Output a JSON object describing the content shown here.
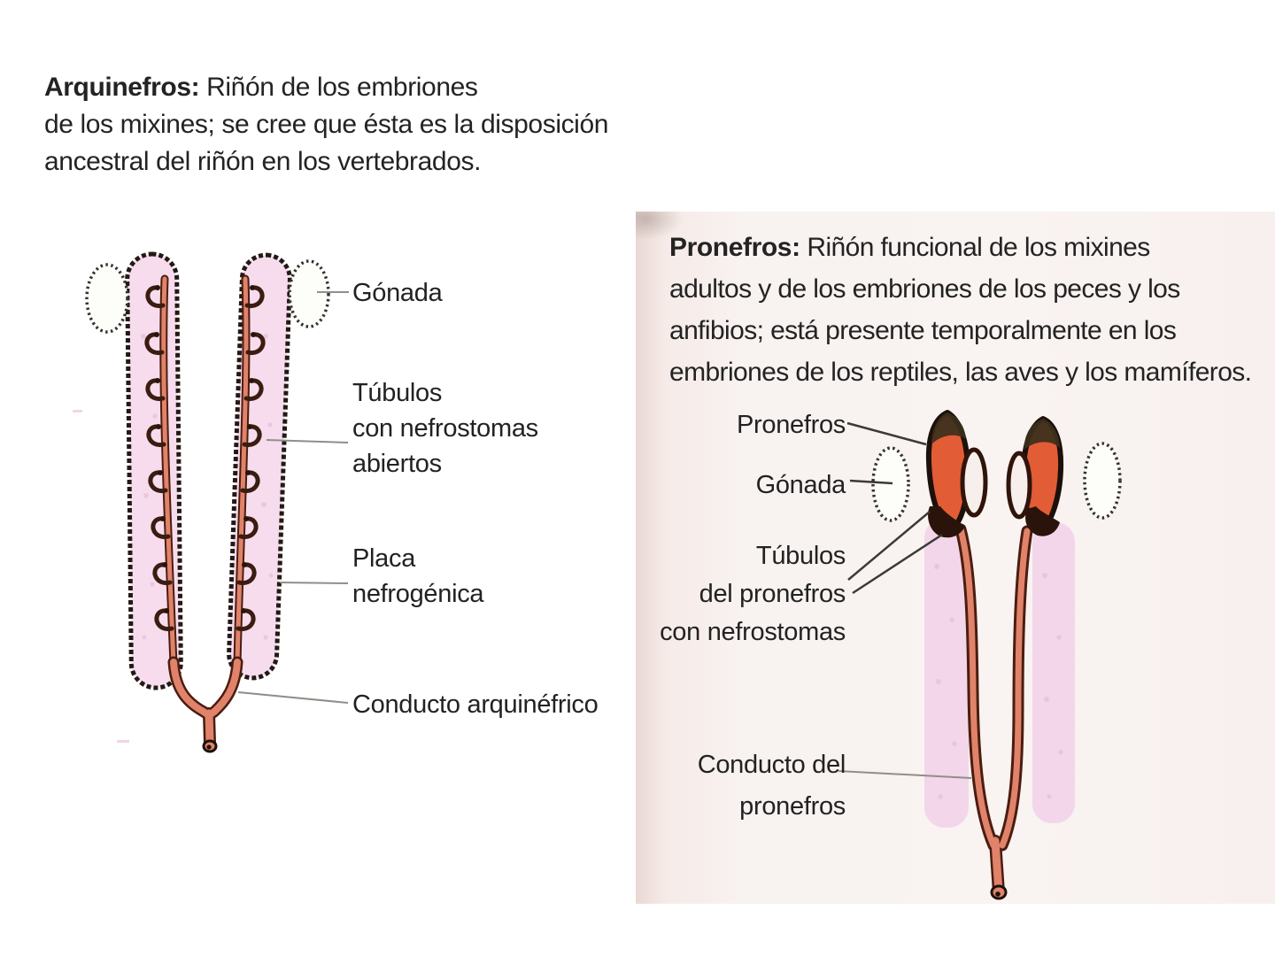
{
  "left_section": {
    "definition": {
      "term": "Arquinefros:",
      "line1_rest": " Riñón de los embriones",
      "line2": "de los mixines; se cree que ésta es la disposición",
      "line3": "ancestral del riñón en los vertebrados."
    },
    "labels": {
      "gonada": "Gónada",
      "tubulos1": "Túbulos",
      "tubulos2": "con nefrostomas",
      "tubulos3": "abiertos",
      "placa1": "Placa",
      "placa2": "nefrogénica",
      "conducto": "Conducto arquinéfrico"
    }
  },
  "right_section": {
    "definition": {
      "term": "Pronefros:",
      "line1_rest": " Riñón funcional de los mixines",
      "line2": "adultos y de los embriones de los peces y los",
      "line3": "anfibios; está presente temporalmente en los",
      "line4": "embriones de los reptiles, las aves y los mamíferos."
    },
    "labels": {
      "pronefros": "Pronefros",
      "gonada": "Gónada",
      "tubulos1": "Túbulos",
      "tubulos2": "del pronefros",
      "tubulos3": "con nefrostomas",
      "conducto1": "Conducto del",
      "conducto2": "pronefros"
    }
  },
  "colors": {
    "ink": "#221a14",
    "text": "#262626",
    "panel": "#f6eeec",
    "panel_edge": "#e9d8d4",
    "body_pink": "#f7dcee",
    "band_pink": "#f3d6ea",
    "salmon": "#e0836a",
    "duct_dark": "#4a1d10",
    "orange": "#e25c36",
    "leader_gray": "#8f8f88"
  }
}
